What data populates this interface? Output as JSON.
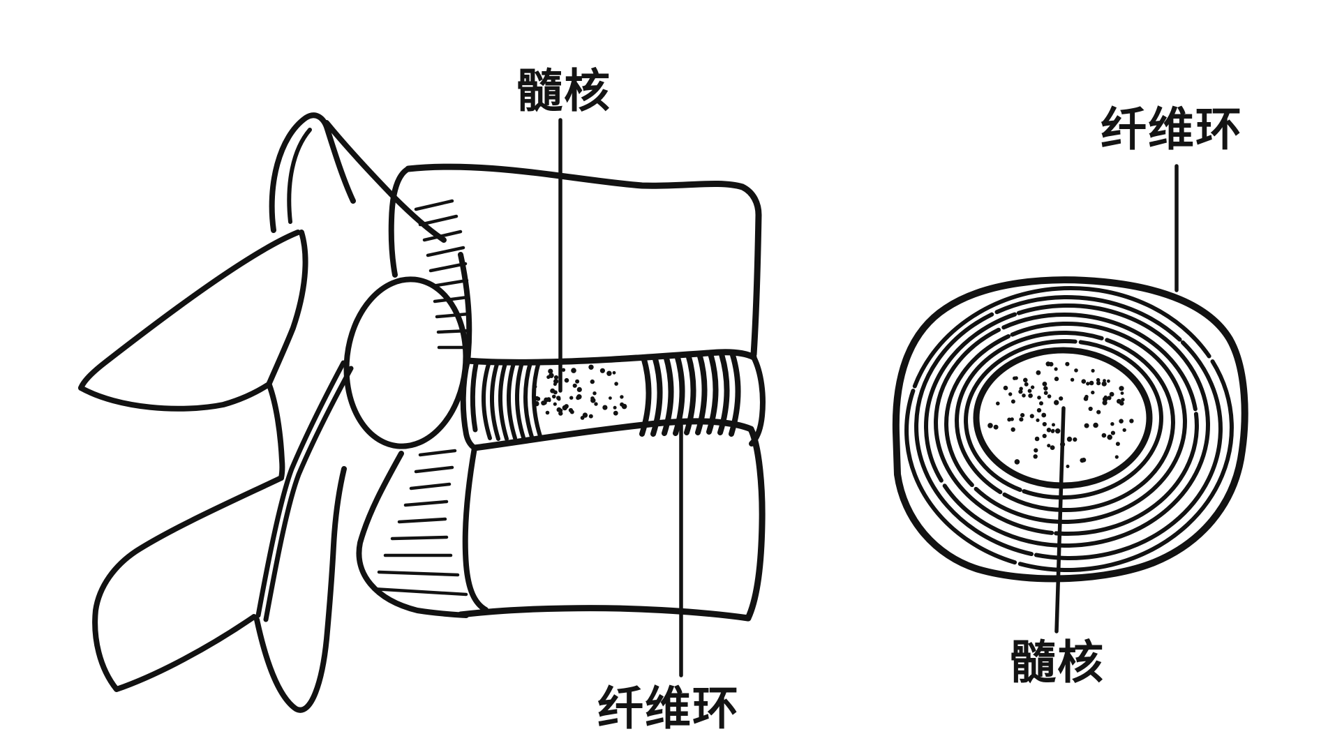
{
  "diagram": {
    "background": "#ffffff",
    "ink": "#121212",
    "lateral_view": {
      "nucleus_label": "髓核",
      "annulus_label": "纤维环"
    },
    "cross_section_view": {
      "annulus_label": "纤维环",
      "nucleus_label": "髓核"
    }
  }
}
